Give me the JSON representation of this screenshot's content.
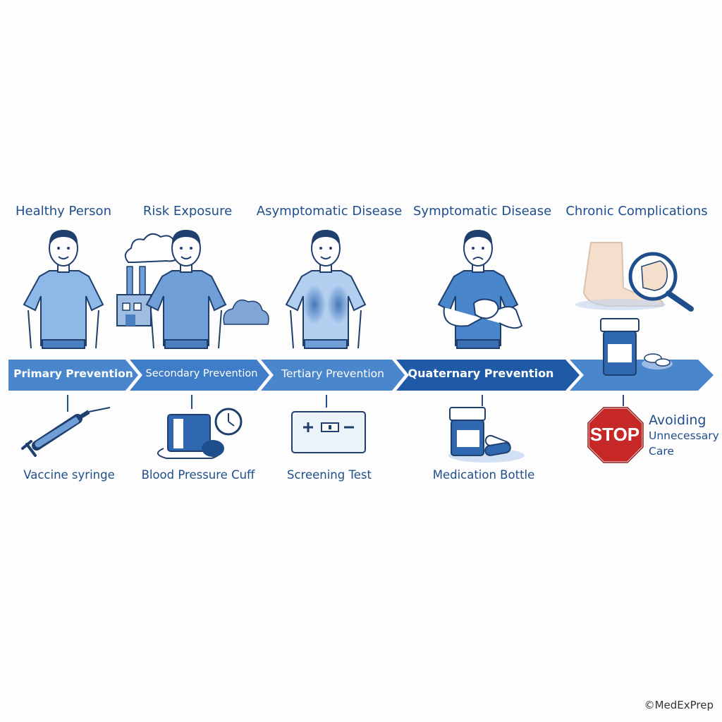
{
  "stages": [
    {
      "title": "Healthy Person"
    },
    {
      "title": "Risk Exposure"
    },
    {
      "title": "Asymptomatic Disease"
    },
    {
      "title": "Symptomatic Disease"
    },
    {
      "title": "Chronic Complications"
    }
  ],
  "prevention_levels": [
    {
      "label": "Primary Prevention"
    },
    {
      "label": "Secondary Prevention"
    },
    {
      "label": "Tertiary Prevention"
    },
    {
      "label": "Quaternary Prevention"
    }
  ],
  "tools": [
    {
      "label": "Vaccine syringe",
      "icon": "syringe-icon"
    },
    {
      "label": "Blood Pressure Cuff",
      "icon": "blood-pressure-cuff-icon"
    },
    {
      "label": "Screening Test",
      "icon": "screening-test-icon"
    },
    {
      "label": "Medication Bottle",
      "icon": "medication-bottle-icon"
    }
  ],
  "stop_sign": {
    "word": "STOP",
    "line1": "Avoiding",
    "line2": "Unnecessary",
    "line3": "Care"
  },
  "copyright": "©MedExPrep",
  "colors": {
    "dark_blue": "#1f4e8c",
    "mid_blue": "#3b78c2",
    "light_blue": "#6fa3dc",
    "stop_red": "#c62828"
  }
}
